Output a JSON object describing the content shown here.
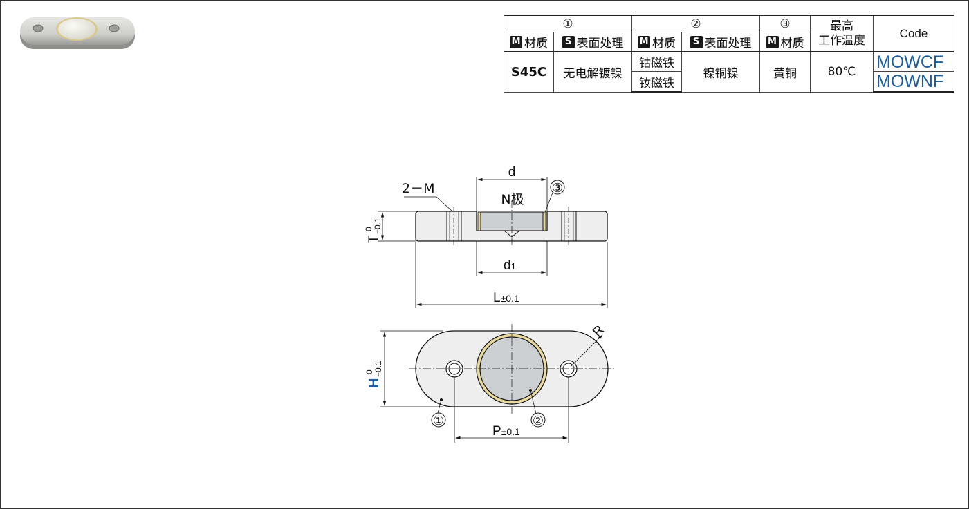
{
  "table": {
    "group_headers": [
      "①",
      "②",
      "③",
      "最高\n工作温度",
      "Code"
    ],
    "temp_header_line1": "最高",
    "temp_header_line2": "工作温度",
    "code_header": "Code",
    "badge_m": "M",
    "badge_s": "S",
    "sub_material": "材质",
    "sub_surface": "表面处理",
    "material_1": "S45C",
    "surface_1": "无电解镀镍",
    "material_2": [
      "钴磁铁",
      "钕磁铁"
    ],
    "surface_2": "镍铜镍",
    "material_3": "黄铜",
    "max_temp": "80℃",
    "codes": [
      "MOWCF",
      "MOWNF"
    ],
    "part_1_label": "①",
    "part_2_label": "②",
    "part_3_label": "③"
  },
  "drawing": {
    "label_d": "d",
    "label_d1": "d",
    "label_d1_sub": "1",
    "label_n_pole": "N极",
    "label_2m": "2－M",
    "label_part3": "③",
    "label_T": "T",
    "label_T_tol_upper": "0",
    "label_T_tol_lower": "−0.1",
    "label_L": "L",
    "label_L_tol": "±0.1",
    "label_R": "R",
    "label_H": "H",
    "label_H_tol_upper": "0",
    "label_H_tol_lower": "−0.1",
    "label_P": "P",
    "label_P_tol": "±0.1",
    "label_part1": "①",
    "label_part2": "②"
  },
  "colors": {
    "accent_blue": "#1d5d9b",
    "brass": "#e8d9a0",
    "magnet_gray": "#cdd0d3",
    "body_gray": "#eeeeef"
  }
}
